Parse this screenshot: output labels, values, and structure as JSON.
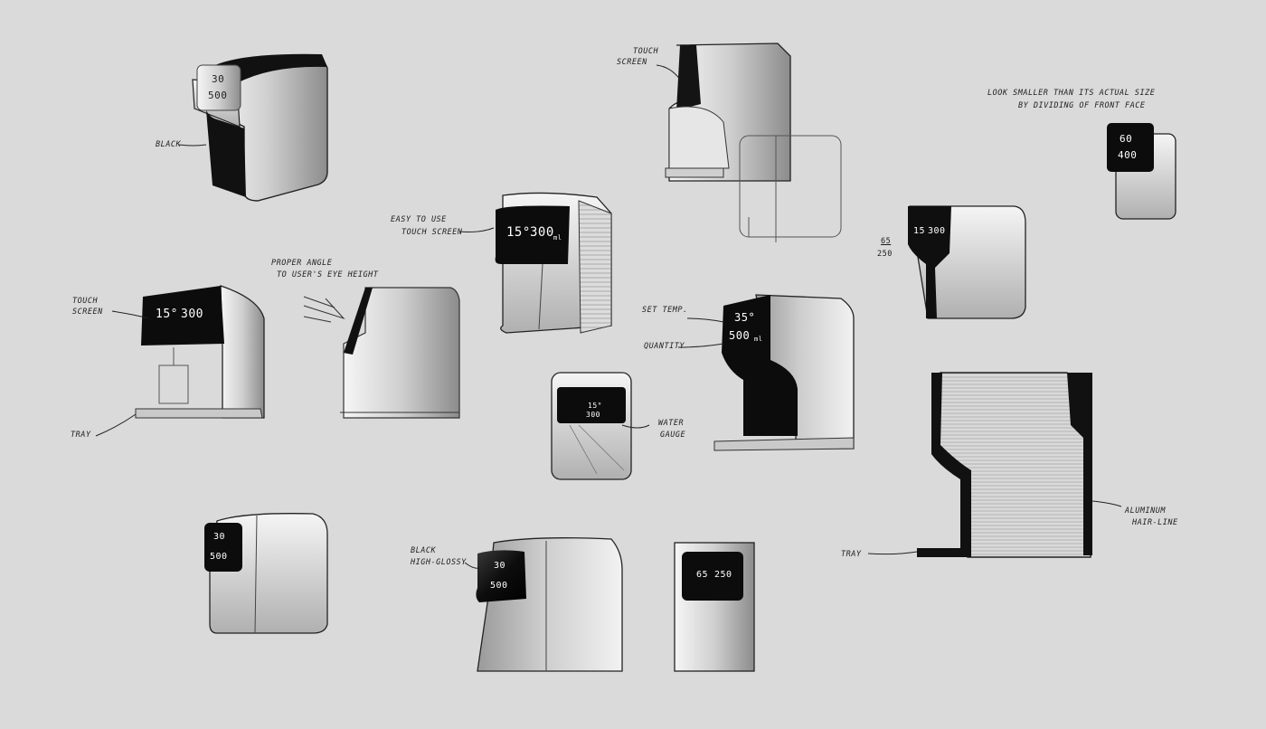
{
  "annotations": {
    "black": "BLACK",
    "touch_screen_top_a": "TOUCH",
    "touch_screen_top_b": "SCREEN",
    "smaller_a": "LOOK SMALLER THAN ITS ACTUAL SIZE",
    "smaller_b": "BY DIVIDING OF FRONT FACE",
    "easy_a": "EASY TO USE",
    "easy_b": "TOUCH SCREEN",
    "angle_a": "PROPER ANGLE",
    "angle_b": "TO USER'S EYE HEIGHT",
    "touch_screen_left_a": "TOUCH",
    "touch_screen_left_b": "SCREEN",
    "tray_left": "TRAY",
    "set_temp": "SET TEMP.",
    "quantity": "QUANTITY",
    "water_gauge_a": "WATER",
    "water_gauge_b": "GAUGE",
    "ratio_top": "65",
    "ratio_bottom": "250",
    "aluminum_a": "ALUMINUM",
    "aluminum_b": "HAIR-LINE",
    "tray_right": "TRAY",
    "black_glossy_a": "BLACK",
    "black_glossy_b": "HIGH-GLOSSY"
  },
  "displays": {
    "d1_top": "30",
    "d1_bottom": "500",
    "d2_top": "60",
    "d2_bottom": "400",
    "d3_temp": "15°",
    "d3_qty": "300",
    "d3_unit": "ml",
    "d4_temp": "15",
    "d4_qty": "300",
    "d5_temp": "15°",
    "d5_qty": "300",
    "d6_temp": "35°",
    "d6_qty": "500",
    "d6_unit": "ml",
    "d7_temp": "15°",
    "d7_qty": "300",
    "d8_top": "30",
    "d8_bottom": "500",
    "d9_top": "30",
    "d9_bottom": "500",
    "d10_temp": "65",
    "d10_qty": "250"
  },
  "colors": {
    "background": "#dadada",
    "ink": "#1d1d1d",
    "screen": "#0c0c0c",
    "metal_light": "#f4f4f4",
    "metal_dark": "#8a8a8a"
  }
}
